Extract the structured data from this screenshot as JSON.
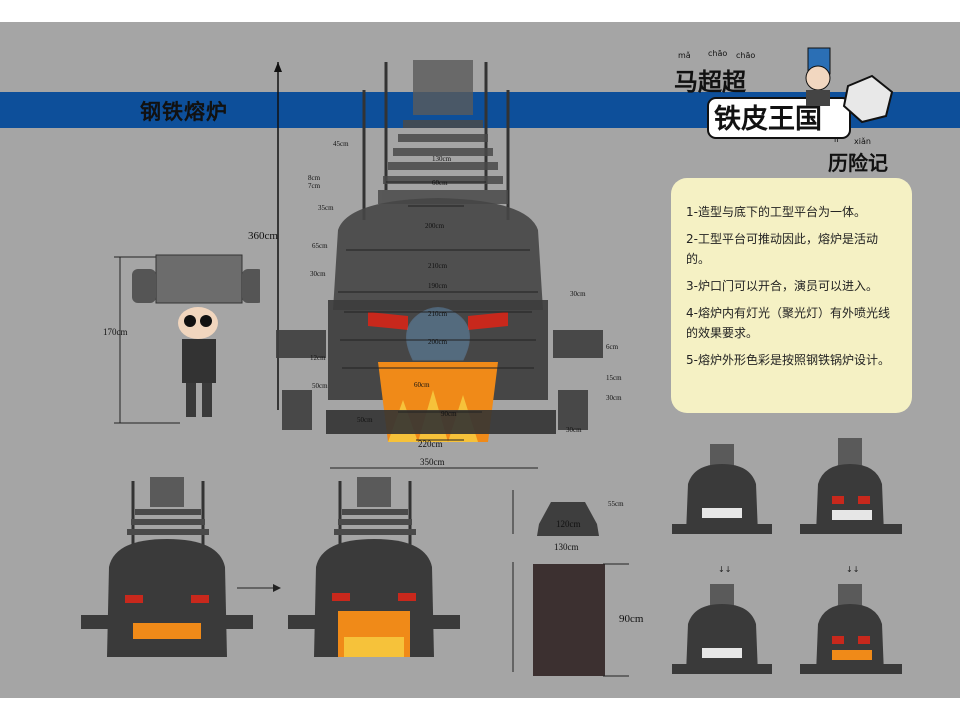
{
  "title": "钢铁熔炉",
  "logo": {
    "line1": "马超超",
    "line2": "铁皮王国",
    "line3": "历险记",
    "pinyin": {
      "ma": "mǎ",
      "chao1": "chāo",
      "chao2": "chāo",
      "li": "lì",
      "xian": "xiǎn"
    }
  },
  "notes": [
    "1-造型与底下的工型平台为一体。",
    "2-工型平台可推动因此，熔炉是活动的。",
    "3-炉口门可以开合，演员可以进入。",
    "4-熔炉内有灯光（聚光灯）有外喷光线的效果要求。",
    "5-熔炉外形色彩是按照钢铁锅炉设计。"
  ],
  "dimensions": {
    "total_height": "360cm",
    "character_height": "170cm",
    "w130": "130cm",
    "w60_top": "60cm",
    "w200_top": "200cm",
    "w210": "210cm",
    "w190": "190cm",
    "w210b": "210cm",
    "w200b": "200cm",
    "w60_mouth": "60cm",
    "w90": "90cm",
    "w50_side": "50cm",
    "w50_bottom": "50cm",
    "w220": "220cm",
    "w350": "350cm",
    "small": [
      "45cm",
      "8cm",
      "7cm",
      "35cm",
      "65cm",
      "30cm",
      "12cm",
      "30cm",
      "6cm",
      "15cm",
      "30cm",
      "30cm"
    ]
  },
  "parts": {
    "lid_height": "55cm",
    "lid_width": "120cm",
    "body_width": "130cm",
    "body_height": "90cm"
  },
  "colors": {
    "board": "#a5a5a5",
    "banner": "#0d4f9a",
    "notes_bg": "#f5f1c4",
    "furnace": "#3a3a3a",
    "fire": "#f08a18",
    "red_eyes": "#c8281c"
  }
}
